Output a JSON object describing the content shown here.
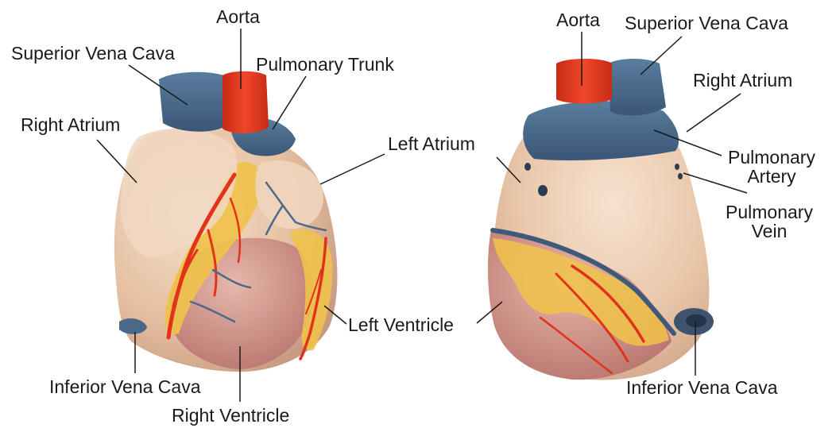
{
  "colors": {
    "heart_flesh": "#e8c3a6",
    "heart_flesh_light": "#f2dcc6",
    "ventricle_pink": "#c8877f",
    "fat_yellow": "#f1c64a",
    "artery_red": "#e8341b",
    "aorta_orange": "#ec3a1c",
    "vein_blue": "#4a6b8c",
    "label_line": "#1a1a1a"
  },
  "anterior_view": {
    "labels": {
      "aorta": "Aorta",
      "superior_vena_cava": "Superior Vena Cava",
      "pulmonary_trunk": "Pulmonary Trunk",
      "right_atrium": "Right Atrium",
      "left_atrium": "Left Atrium",
      "left_ventricle": "Left Ventricle",
      "inferior_vena_cava": "Inferior Vena Cava",
      "right_ventricle": "Right Ventricle"
    }
  },
  "posterior_view": {
    "labels": {
      "aorta": "Aorta",
      "superior_vena_cava": "Superior Vena Cava",
      "right_atrium": "Right Atrium",
      "pulmonary_artery_line1": "Pulmonary",
      "pulmonary_artery_line2": "Artery",
      "pulmonary_vein_line1": "Pulmonary",
      "pulmonary_vein_line2": "Vein",
      "inferior_vena_cava": "Inferior Vena Cava"
    }
  }
}
